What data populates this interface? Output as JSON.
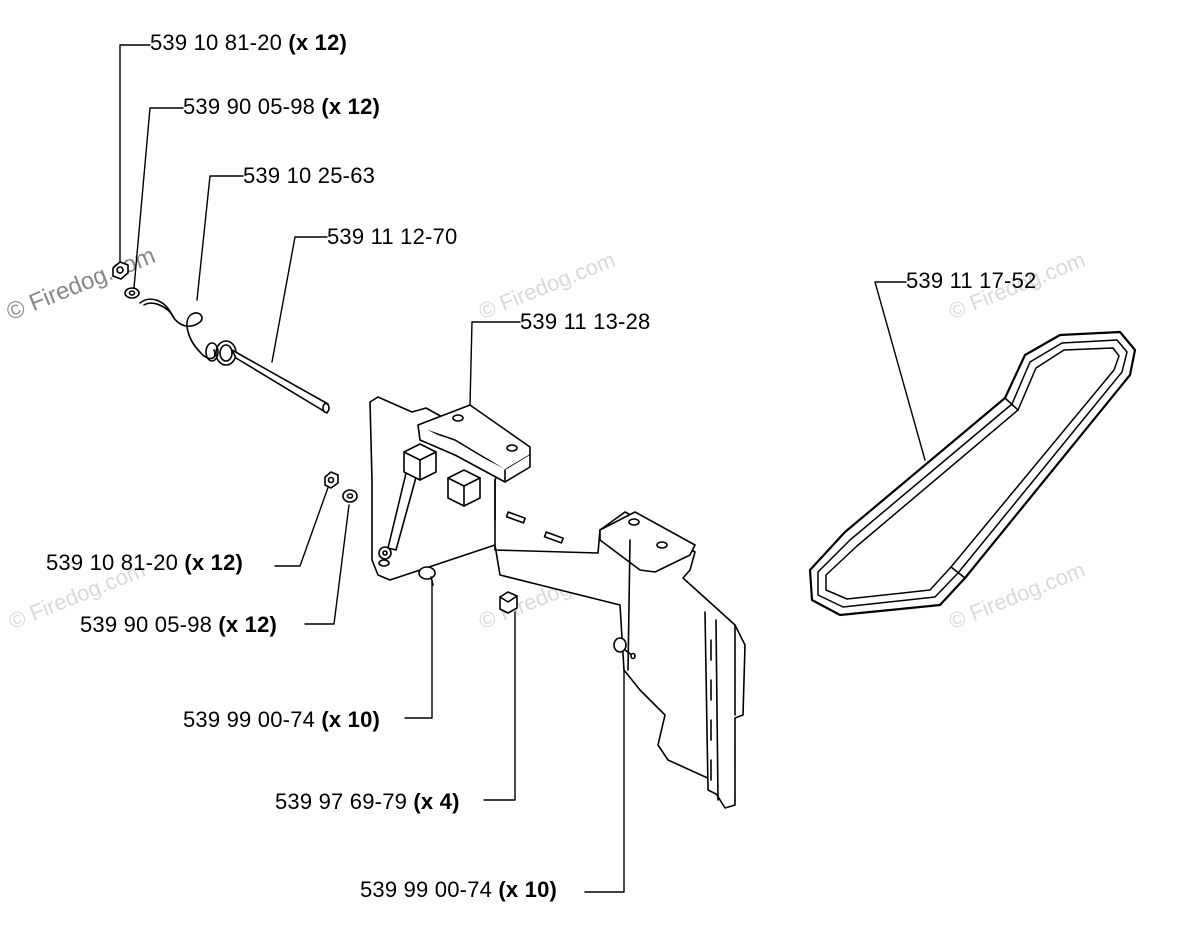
{
  "watermark": "© Firedog.com",
  "labels": [
    {
      "part": "539 10 81-20",
      "qty": "(x 12)"
    },
    {
      "part": "539 90 05-98",
      "qty": "(x 12)"
    },
    {
      "part": "539 10 25-63",
      "qty": ""
    },
    {
      "part": "539 11 12-70",
      "qty": ""
    },
    {
      "part": "539 11 13-28",
      "qty": ""
    },
    {
      "part": "539 11 17-52",
      "qty": ""
    },
    {
      "part": "539 10 81-20",
      "qty": "(x 12)"
    },
    {
      "part": "539 90 05-98",
      "qty": "(x 12)"
    },
    {
      "part": "539 99 00-74",
      "qty": "(x 10)"
    },
    {
      "part": "539 97 69-79",
      "qty": "(x 4)"
    },
    {
      "part": "539 99 00-74",
      "qty": "(x 10)"
    }
  ],
  "colors": {
    "line": "#000000",
    "watermark": "#d9d9d9",
    "background": "#ffffff"
  }
}
